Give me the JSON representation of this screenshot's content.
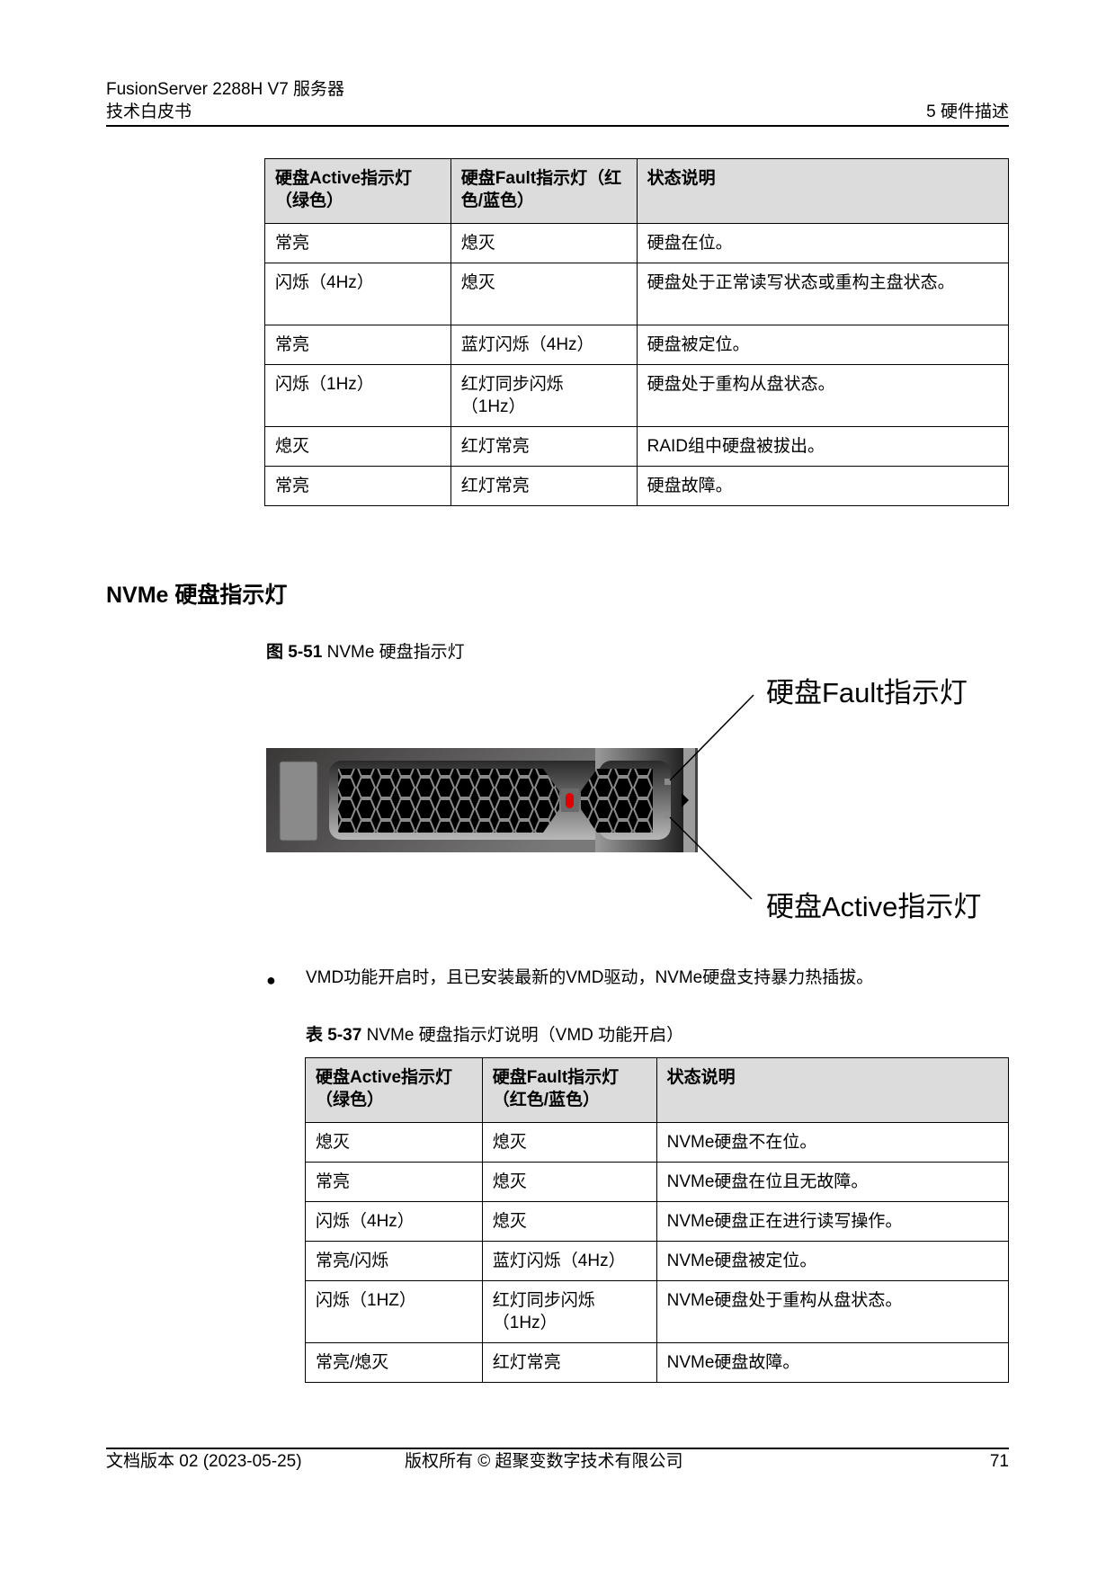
{
  "header": {
    "title": "FusionServer 2288H V7 服务器",
    "subtitle": "技术白皮书",
    "chapter": "5 硬件描述"
  },
  "table1": {
    "headers": [
      "硬盘Active指示灯（绿色）",
      "硬盘Fault指示灯（红色/蓝色）",
      "状态说明"
    ],
    "rows": [
      [
        "常亮",
        "熄灭",
        "硬盘在位。"
      ],
      [
        "闪烁（4Hz）",
        "熄灭",
        "硬盘处于正常读写状态或重构主盘状态。"
      ],
      [
        "常亮",
        "蓝灯闪烁（4Hz）",
        "硬盘被定位。"
      ],
      [
        "闪烁（1Hz）",
        "红灯同步闪烁（1Hz）",
        "硬盘处于重构从盘状态。"
      ],
      [
        "熄灭",
        "红灯常亮",
        "RAID组中硬盘被拔出。"
      ],
      [
        "常亮",
        "红灯常亮",
        "硬盘故障。"
      ]
    ]
  },
  "section": {
    "title": "NVMe 硬盘指示灯"
  },
  "figure": {
    "label": "图 5-51",
    "caption": " NVMe 硬盘指示灯",
    "callout_fault": "硬盘Fault指示灯",
    "callout_active": "硬盘Active指示灯",
    "led_color": "#e00000"
  },
  "bullet": {
    "text": "VMD功能开启时，且已安装最新的VMD驱动，NVMe硬盘支持暴力热插拔。"
  },
  "table2": {
    "label": "表 5-37",
    "caption": " NVMe 硬盘指示灯说明（VMD 功能开启）",
    "headers": [
      "硬盘Active指示灯（绿色）",
      "硬盘Fault指示灯（红色/蓝色）",
      "状态说明"
    ],
    "rows": [
      [
        "熄灭",
        "熄灭",
        "NVMe硬盘不在位。"
      ],
      [
        "常亮",
        "熄灭",
        "NVMe硬盘在位且无故障。"
      ],
      [
        "闪烁（4Hz）",
        "熄灭",
        "NVMe硬盘正在进行读写操作。"
      ],
      [
        "常亮/闪烁",
        "蓝灯闪烁（4Hz）",
        "NVMe硬盘被定位。"
      ],
      [
        "闪烁（1HZ）",
        "红灯同步闪烁（1Hz）",
        "NVMe硬盘处于重构从盘状态。"
      ],
      [
        "常亮/熄灭",
        "红灯常亮",
        "NVMe硬盘故障。"
      ]
    ]
  },
  "footer": {
    "version": "文档版本 02 (2023-05-25)",
    "copyright": "版权所有 © 超聚变数字技术有限公司",
    "page": "71"
  }
}
